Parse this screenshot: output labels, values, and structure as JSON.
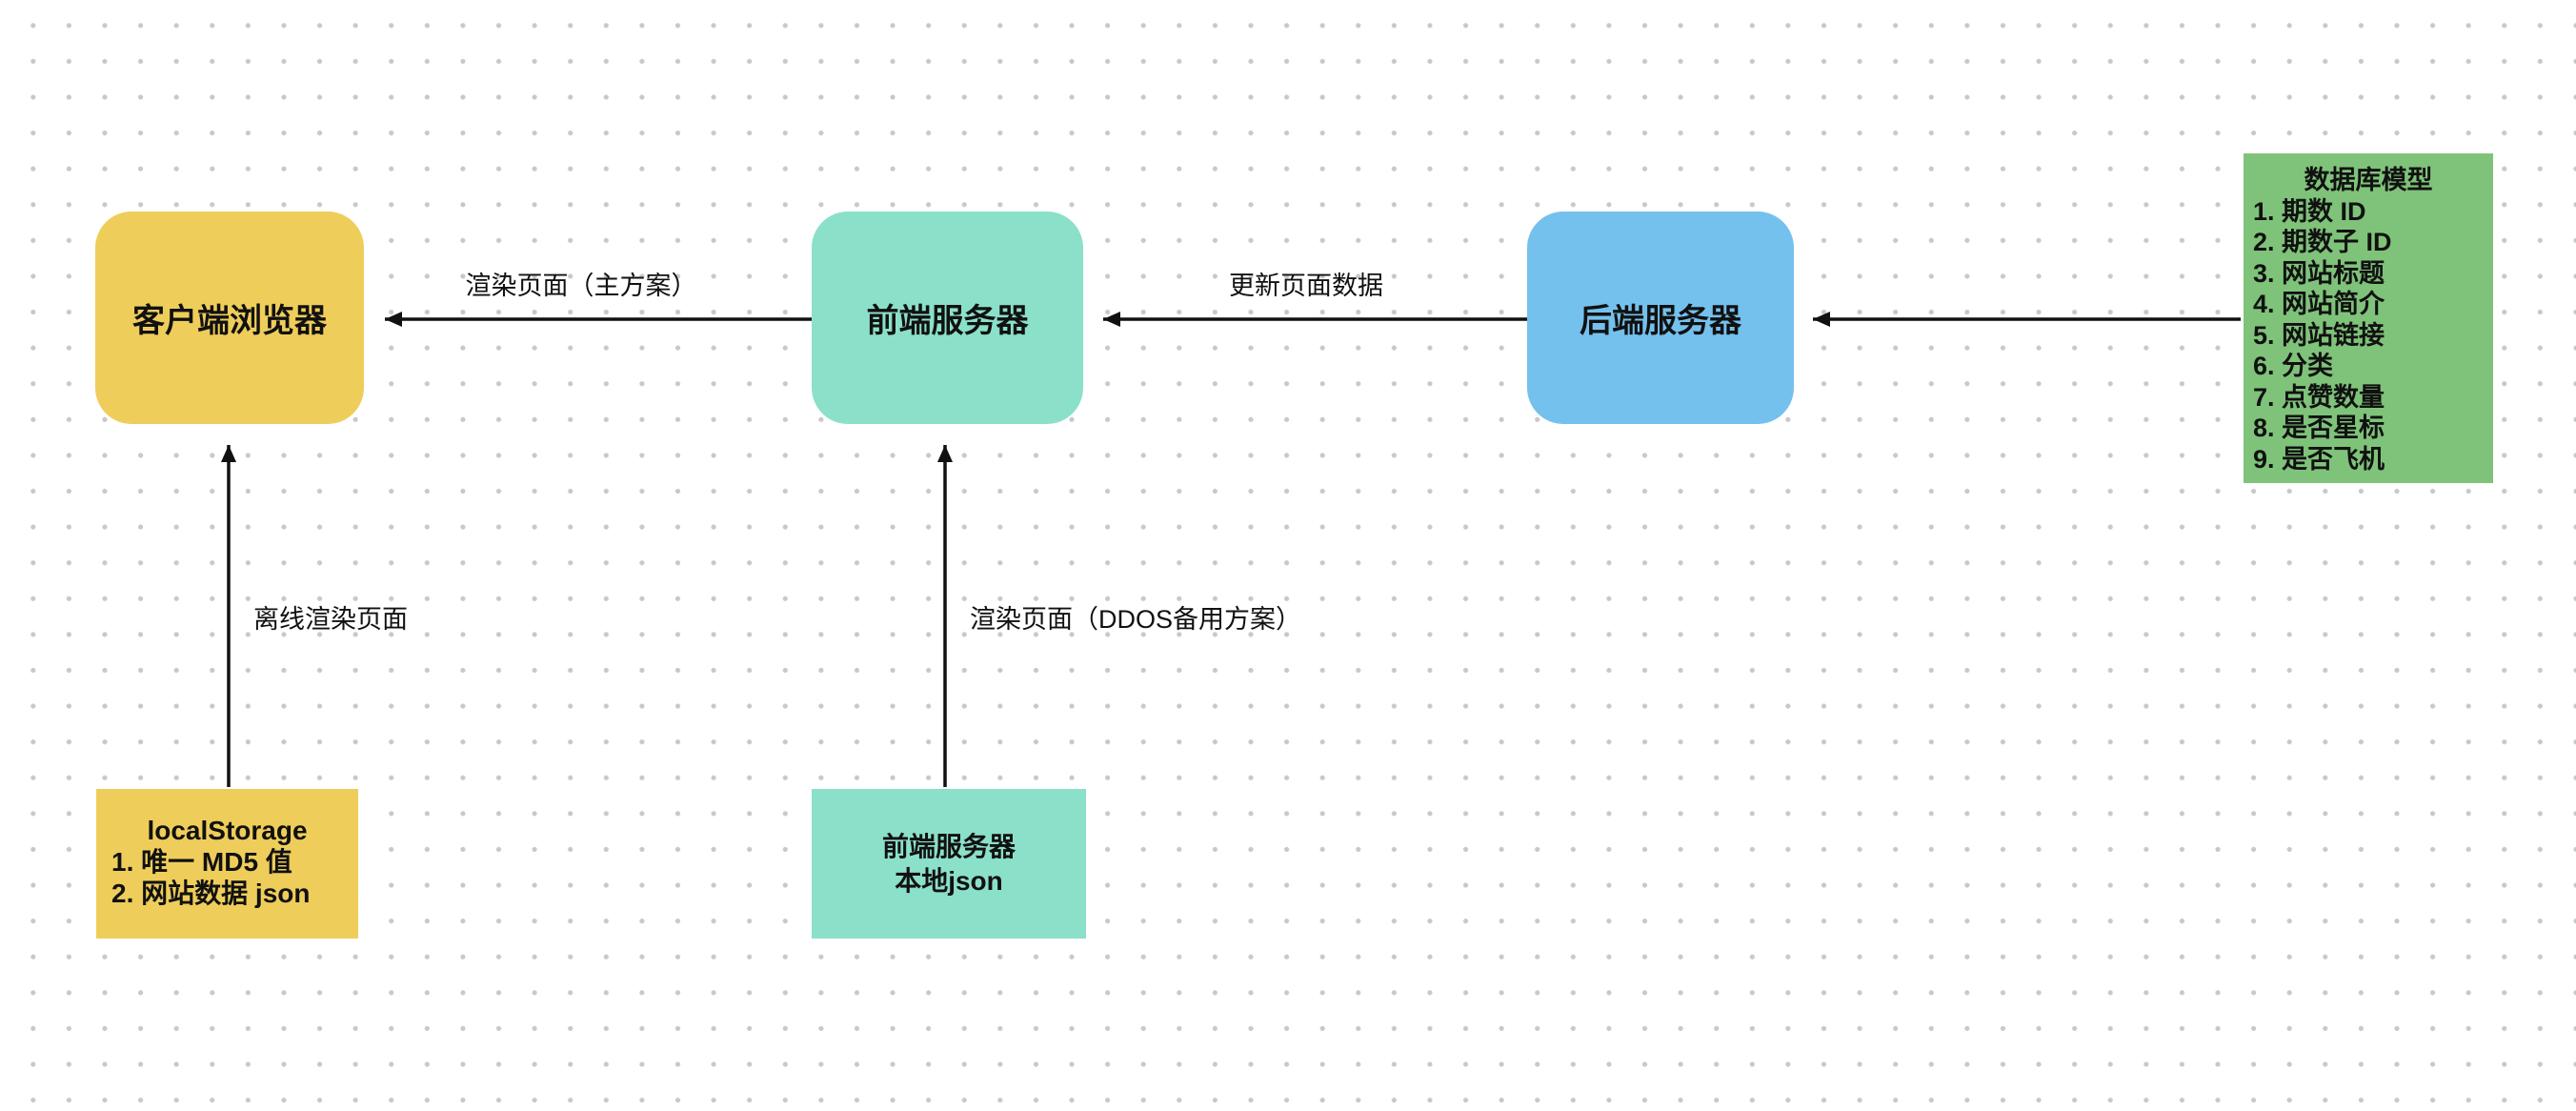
{
  "canvas": {
    "background_color": "#ffffff",
    "dot_grid_color": "#c8c8cc"
  },
  "nodes": {
    "client_browser": {
      "label": "客户端浏览器",
      "color": "#efcd5a"
    },
    "frontend_server": {
      "label": "前端服务器",
      "color": "#8be0c9"
    },
    "backend_server": {
      "label": "后端服务器",
      "color": "#74c1ee"
    },
    "database_model": {
      "title": "数据库模型",
      "color": "#7ec379",
      "items": [
        "1. 期数 ID",
        "2. 期数子 ID",
        "3. 网站标题",
        "4. 网站简介",
        "5. 网站链接",
        "6. 分类",
        "7. 点赞数量",
        "8. 是否星标",
        "9. 是否飞机"
      ]
    },
    "local_storage": {
      "title": "localStorage",
      "color": "#efcd5a",
      "items": [
        "1. 唯一 MD5 值",
        "2. 网站数据 json"
      ]
    },
    "frontend_local_json": {
      "label": "前端服务器\n本地json",
      "color": "#8be0c9"
    }
  },
  "edges": {
    "frontend_to_client": {
      "label": "渲染页面（主方案）"
    },
    "backend_to_frontend": {
      "label": "更新页面数据"
    },
    "database_to_backend": {
      "label": ""
    },
    "localstorage_to_client": {
      "label": "离线渲染页面"
    },
    "localjson_to_frontend": {
      "label": "渲染页面（DDOS备用方案）"
    }
  },
  "edge_style": {
    "stroke_color": "#111111"
  }
}
